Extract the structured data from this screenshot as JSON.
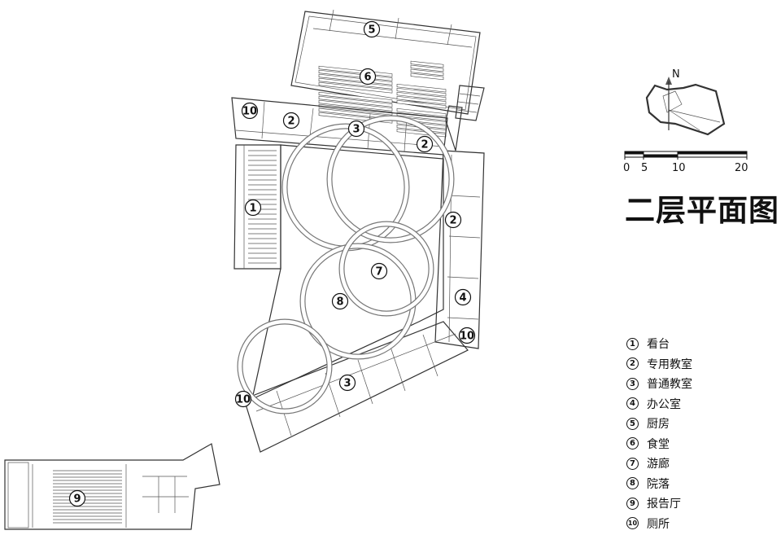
{
  "plan_title": "二层平面图",
  "north_label": "N",
  "scale_labels": [
    "0",
    "5",
    "10",
    "20"
  ],
  "room_markers": [
    "1",
    "2",
    "2",
    "2",
    "3",
    "3",
    "4",
    "5",
    "6",
    "7",
    "8",
    "9",
    "10",
    "10",
    "10"
  ],
  "legend": [
    {
      "num": "1",
      "label": "看台"
    },
    {
      "num": "2",
      "label": "专用教室"
    },
    {
      "num": "3",
      "label": "普通教室"
    },
    {
      "num": "4",
      "label": "办公室"
    },
    {
      "num": "5",
      "label": "厨房"
    },
    {
      "num": "6",
      "label": "食堂"
    },
    {
      "num": "7",
      "label": "游廊"
    },
    {
      "num": "8",
      "label": "院落"
    },
    {
      "num": "9",
      "label": "报告厅"
    },
    {
      "num": "10",
      "label": "厕所"
    }
  ]
}
